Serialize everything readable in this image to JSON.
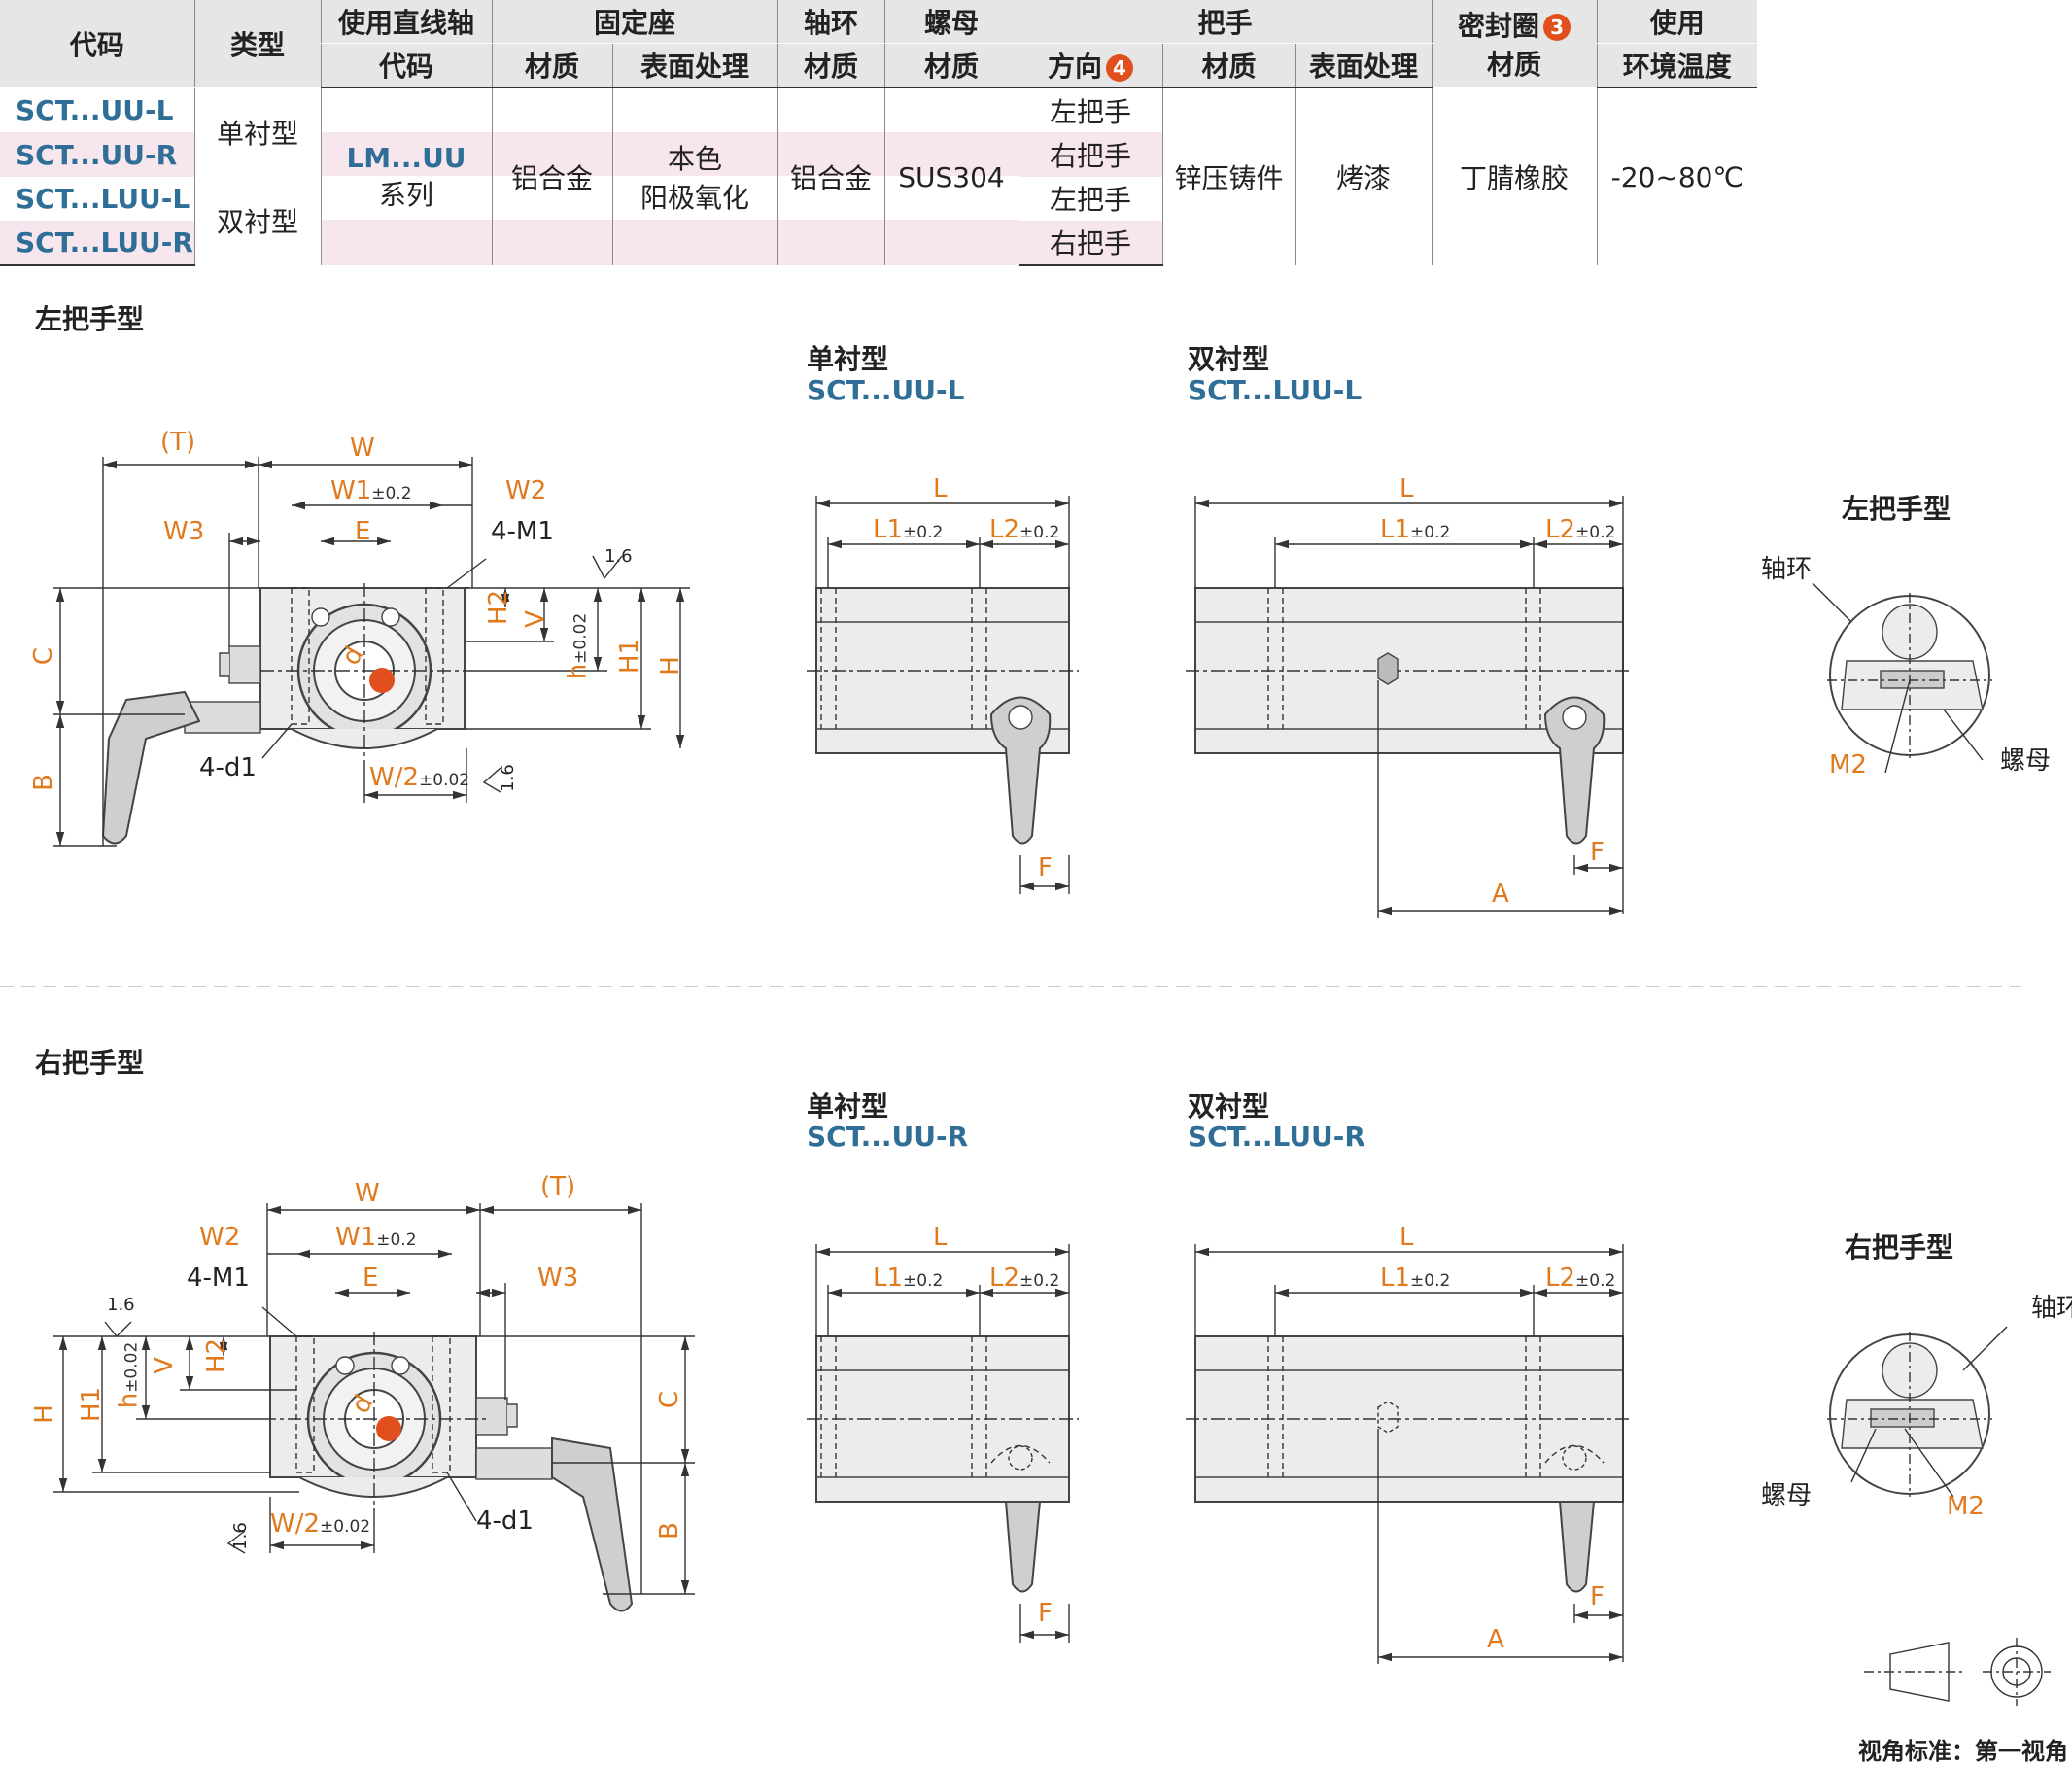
{
  "table": {
    "header1": {
      "code": "代码",
      "type": "类型",
      "shaft": "使用直线轴",
      "seat": "固定座",
      "collar": "轴环",
      "nut": "螺母",
      "handle": "把手",
      "seal": "密封圈",
      "seal_badge": "3",
      "use": "使用"
    },
    "header2": {
      "shaft_code": "代码",
      "seat_material": "材质",
      "seat_surface": "表面处理",
      "collar_material": "材质",
      "nut_material": "材质",
      "handle_direction": "方向",
      "direction_badge": "4",
      "handle_material": "材质",
      "handle_surface": "表面处理",
      "seal_material": "材质",
      "env_temp": "环境温度"
    },
    "rows": [
      {
        "code": "SCT...UU-L",
        "direction": "左把手"
      },
      {
        "code": "SCT...UU-R",
        "direction": "右把手"
      },
      {
        "code": "SCT...LUU-L",
        "direction": "左把手"
      },
      {
        "code": "SCT...LUU-R",
        "direction": "右把手"
      }
    ],
    "type_single": "单衬型",
    "type_double": "双衬型",
    "shaft_series_code": "LM...UU",
    "shaft_series_suffix": "系列",
    "seat_material": "铝合金",
    "seat_surface_1": "本色",
    "seat_surface_2": "阳极氧化",
    "collar_material": "铝合金",
    "nut_material": "SUS304",
    "handle_material": "锌压铸件",
    "handle_surface": "烤漆",
    "seal_material": "丁腈橡胶",
    "temperature": "-20~80℃"
  },
  "sections": {
    "left_title": "左把手型",
    "right_title": "右把手型",
    "single": "单衬型",
    "double": "双衬型",
    "left_single_code": "SCT...UU-L",
    "left_double_code": "SCT...LUU-L",
    "right_single_code": "SCT...UU-R",
    "right_double_code": "SCT...LUU-R",
    "detail_left_title": "左把手型",
    "detail_right_title": "右把手型"
  },
  "dims": {
    "T": "(T)",
    "W": "W",
    "W1": "W1",
    "W1_tol": "±0.2",
    "W2": "W2",
    "W3": "W3",
    "E": "E",
    "M1": "4-M1",
    "d1": "4-d1",
    "C": "C",
    "B": "B",
    "H": "H",
    "H1": "H1",
    "H2": "H2",
    "V": "V",
    "h": "h",
    "h_tol": "±0.02",
    "W_half": "W/2",
    "W_half_tol": "±0.02",
    "rough": "1.6",
    "d": "d",
    "L": "L",
    "L1": "L1",
    "L1_tol": "±0.2",
    "L2": "L2",
    "L2_tol": "±0.2",
    "F": "F",
    "A": "A",
    "collar": "轴环",
    "nut": "螺母",
    "M2": "M2"
  },
  "footer": {
    "view_standard": "视角标准：第一视角"
  }
}
